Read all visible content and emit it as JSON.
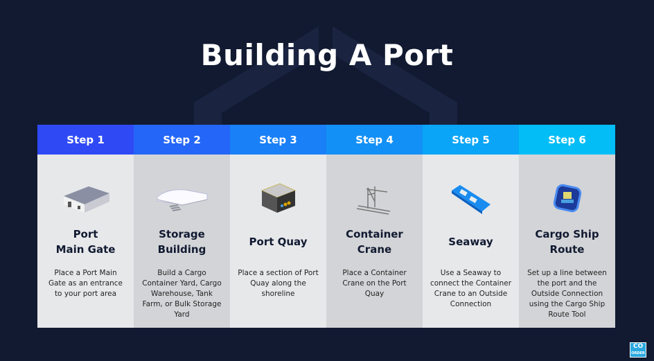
{
  "title": "Building A Port",
  "steps": [
    {
      "label": "Step 1",
      "title": "Port\nMain Gate",
      "desc": "Place a Port Main Gate as an entrance to your port area",
      "icon": "port-gate-icon",
      "color": "#2f4af5"
    },
    {
      "label": "Step 2",
      "title": "Storage\nBuilding",
      "desc": "Build a Cargo Container Yard, Cargo Warehouse, Tank Farm, or Bulk Storage Yard",
      "icon": "storage-building-icon",
      "color": "#2466f7"
    },
    {
      "label": "Step 3",
      "title": "Port Quay",
      "desc": "Place a section of Port Quay along the shoreline",
      "icon": "port-quay-icon",
      "color": "#1a80f7"
    },
    {
      "label": "Step 4",
      "title": "Container\nCrane",
      "desc": "Place a Container Crane on the Port Quay",
      "icon": "container-crane-icon",
      "color": "#1390f6"
    },
    {
      "label": "Step 5",
      "title": "Seaway",
      "desc": "Use a Seaway to connect the Container Crane to an Outside Connection",
      "icon": "seaway-icon",
      "color": "#0aa5f6"
    },
    {
      "label": "Step 6",
      "title": "Cargo Ship\nRoute",
      "desc": "Set up a line between the port and the Outside Connection using the Cargo Ship Route Tool",
      "icon": "cargo-ship-route-icon",
      "color": "#02bdf6"
    }
  ],
  "logo": {
    "top": "CO",
    "bottom": "ORDER"
  }
}
